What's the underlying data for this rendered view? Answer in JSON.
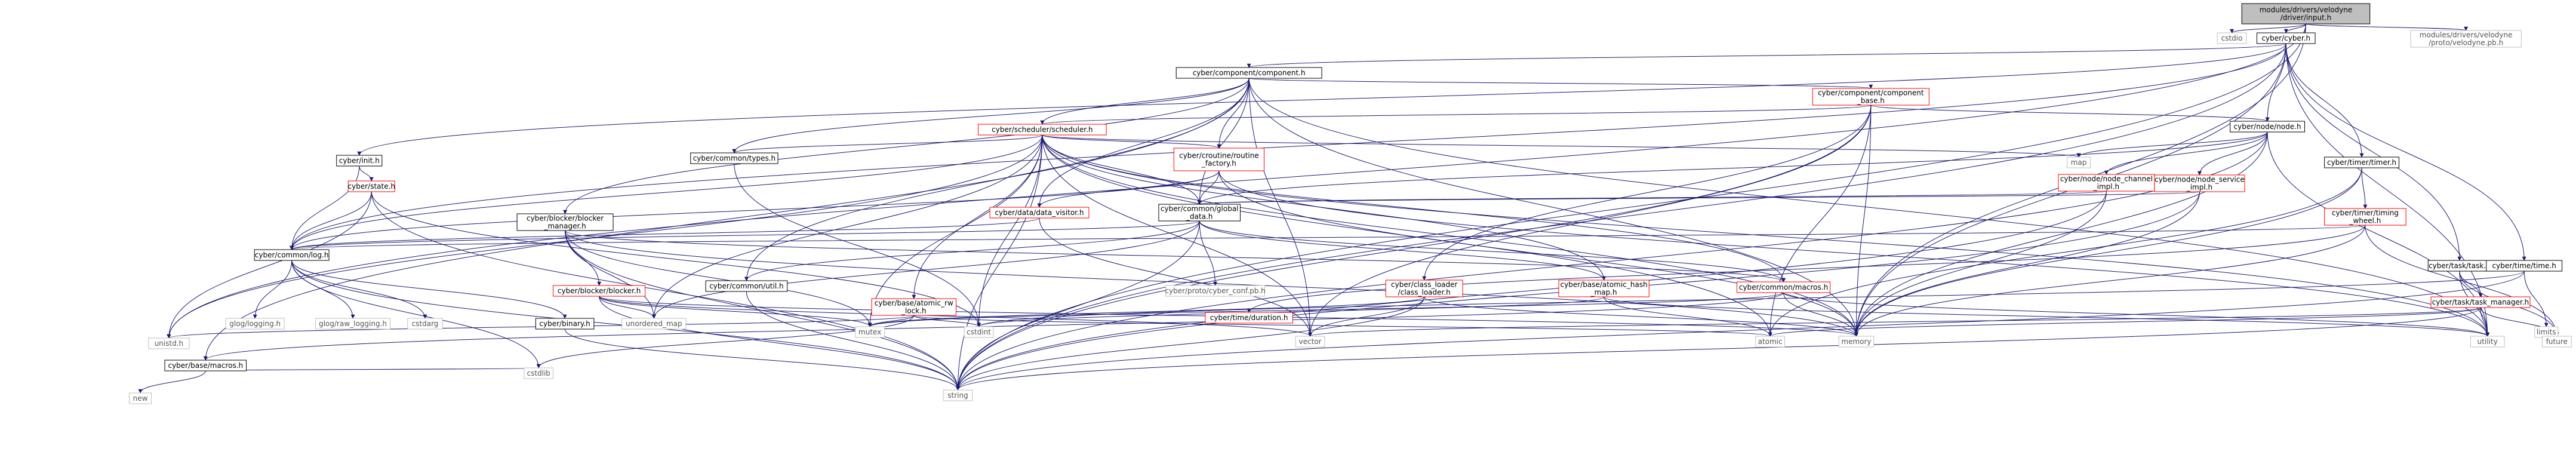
{
  "diagram": {
    "type": "include-dependency-graph",
    "colors": {
      "root_fill": "#bfbfbf",
      "node_border": "#000000",
      "truncated_border": "#ff0000",
      "system_border": "#bfbfbf",
      "system_text": "#555555",
      "edge": "#191970"
    },
    "nodes": [
      {
        "id": "input",
        "lines": [
          "modules/drivers/velodyne",
          "/driver/input.h"
        ],
        "kind": "root"
      },
      {
        "id": "cstdio",
        "lines": [
          "cstdio"
        ],
        "kind": "system"
      },
      {
        "id": "cyber_h",
        "lines": [
          "cyber/cyber.h"
        ],
        "kind": "normal"
      },
      {
        "id": "velodyne_pb",
        "lines": [
          "modules/drivers/velodyne",
          "/proto/velodyne.pb.h"
        ],
        "kind": "system"
      },
      {
        "id": "component",
        "lines": [
          "cyber/component/component.h"
        ],
        "kind": "normal"
      },
      {
        "id": "component_base",
        "lines": [
          "cyber/component/component",
          "_base.h"
        ],
        "kind": "truncated"
      },
      {
        "id": "scheduler",
        "lines": [
          "cyber/scheduler/scheduler.h"
        ],
        "kind": "truncated"
      },
      {
        "id": "node",
        "lines": [
          "cyber/node/node.h"
        ],
        "kind": "normal"
      },
      {
        "id": "init",
        "lines": [
          "cyber/init.h"
        ],
        "kind": "normal"
      },
      {
        "id": "state",
        "lines": [
          "cyber/state.h"
        ],
        "kind": "truncated"
      },
      {
        "id": "types",
        "lines": [
          "cyber/common/types.h"
        ],
        "kind": "normal"
      },
      {
        "id": "routine_factory",
        "lines": [
          "cyber/croutine/routine",
          "_factory.h"
        ],
        "kind": "truncated"
      },
      {
        "id": "map",
        "lines": [
          "map"
        ],
        "kind": "system"
      },
      {
        "id": "node_channel",
        "lines": [
          "cyber/node/node_channel",
          "_impl.h"
        ],
        "kind": "truncated"
      },
      {
        "id": "node_service",
        "lines": [
          "cyber/node/node_service",
          "_impl.h"
        ],
        "kind": "truncated"
      },
      {
        "id": "timer",
        "lines": [
          "cyber/timer/timer.h"
        ],
        "kind": "normal"
      },
      {
        "id": "blocker_manager",
        "lines": [
          "cyber/blocker/blocker",
          "_manager.h"
        ],
        "kind": "normal"
      },
      {
        "id": "data_visitor",
        "lines": [
          "cyber/data/data_visitor.h"
        ],
        "kind": "truncated"
      },
      {
        "id": "global_data",
        "lines": [
          "cyber/common/global",
          "_data.h"
        ],
        "kind": "normal"
      },
      {
        "id": "timing_wheel",
        "lines": [
          "cyber/timer/timing",
          "_wheel.h"
        ],
        "kind": "truncated"
      },
      {
        "id": "task",
        "lines": [
          "cyber/task/task.h"
        ],
        "kind": "normal"
      },
      {
        "id": "time_h",
        "lines": [
          "cyber/time/time.h"
        ],
        "kind": "normal"
      },
      {
        "id": "log",
        "lines": [
          "cyber/common/log.h"
        ],
        "kind": "normal"
      },
      {
        "id": "util",
        "lines": [
          "cyber/common/util.h"
        ],
        "kind": "normal"
      },
      {
        "id": "blocker",
        "lines": [
          "cyber/blocker/blocker.h"
        ],
        "kind": "truncated"
      },
      {
        "id": "atomic_rw_lock",
        "lines": [
          "cyber/base/atomic_rw",
          "_lock.h"
        ],
        "kind": "truncated"
      },
      {
        "id": "cyber_conf",
        "lines": [
          "cyber/proto/cyber_conf.pb.h"
        ],
        "kind": "system"
      },
      {
        "id": "duration",
        "lines": [
          "cyber/time/duration.h"
        ],
        "kind": "truncated"
      },
      {
        "id": "class_loader",
        "lines": [
          "cyber/class_loader",
          "/class_loader.h"
        ],
        "kind": "truncated"
      },
      {
        "id": "atomic_hash_map",
        "lines": [
          "cyber/base/atomic_hash",
          "_map.h"
        ],
        "kind": "truncated"
      },
      {
        "id": "macros_common",
        "lines": [
          "cyber/common/macros.h"
        ],
        "kind": "truncated"
      },
      {
        "id": "task_manager",
        "lines": [
          "cyber/task/task_manager.h"
        ],
        "kind": "truncated"
      },
      {
        "id": "limits",
        "lines": [
          "limits"
        ],
        "kind": "system"
      },
      {
        "id": "cstdint",
        "lines": [
          "cstdint"
        ],
        "kind": "system"
      },
      {
        "id": "glog_logging",
        "lines": [
          "glog/logging.h"
        ],
        "kind": "system"
      },
      {
        "id": "glog_raw",
        "lines": [
          "glog/raw_logging.h"
        ],
        "kind": "system"
      },
      {
        "id": "cstdarg",
        "lines": [
          "cstdarg"
        ],
        "kind": "system"
      },
      {
        "id": "binary",
        "lines": [
          "cyber/binary.h"
        ],
        "kind": "normal"
      },
      {
        "id": "unordered_map",
        "lines": [
          "unordered_map"
        ],
        "kind": "system"
      },
      {
        "id": "mutex",
        "lines": [
          "mutex"
        ],
        "kind": "system"
      },
      {
        "id": "vector",
        "lines": [
          "vector"
        ],
        "kind": "system"
      },
      {
        "id": "atomic",
        "lines": [
          "atomic"
        ],
        "kind": "system"
      },
      {
        "id": "memory",
        "lines": [
          "memory"
        ],
        "kind": "system"
      },
      {
        "id": "utility",
        "lines": [
          "utility"
        ],
        "kind": "system"
      },
      {
        "id": "future",
        "lines": [
          "future"
        ],
        "kind": "system"
      },
      {
        "id": "unistd",
        "lines": [
          "unistd.h"
        ],
        "kind": "system"
      },
      {
        "id": "base_macros",
        "lines": [
          "cyber/base/macros.h"
        ],
        "kind": "normal"
      },
      {
        "id": "cstdlib",
        "lines": [
          "cstdlib"
        ],
        "kind": "system"
      },
      {
        "id": "string",
        "lines": [
          "string"
        ],
        "kind": "system"
      },
      {
        "id": "new",
        "lines": [
          "new"
        ],
        "kind": "system"
      }
    ],
    "edges": [
      [
        "input",
        "cstdio"
      ],
      [
        "input",
        "cyber_h"
      ],
      [
        "input",
        "velodyne_pb"
      ],
      [
        "input",
        "unistd"
      ],
      [
        "input",
        "memory"
      ],
      [
        "input",
        "string"
      ],
      [
        "cyber_h",
        "component"
      ],
      [
        "cyber_h",
        "init"
      ],
      [
        "cyber_h",
        "node"
      ],
      [
        "cyber_h",
        "timer"
      ],
      [
        "cyber_h",
        "task"
      ],
      [
        "cyber_h",
        "time_h"
      ],
      [
        "cyber_h",
        "log"
      ],
      [
        "cyber_h",
        "memory"
      ],
      [
        "cyber_h",
        "utility"
      ],
      [
        "cyber_h",
        "string"
      ],
      [
        "component",
        "component_base"
      ],
      [
        "component",
        "scheduler"
      ],
      [
        "component",
        "routine_factory"
      ],
      [
        "component",
        "types"
      ],
      [
        "component",
        "blocker_manager"
      ],
      [
        "component",
        "data_visitor"
      ],
      [
        "component",
        "global_data"
      ],
      [
        "component",
        "util"
      ],
      [
        "component",
        "base_macros"
      ],
      [
        "component",
        "vector"
      ],
      [
        "component",
        "memory"
      ],
      [
        "component",
        "utility"
      ],
      [
        "component_base",
        "scheduler"
      ],
      [
        "component_base",
        "node"
      ],
      [
        "component_base",
        "class_loader"
      ],
      [
        "component_base",
        "vector"
      ],
      [
        "component_base",
        "atomic"
      ],
      [
        "component_base",
        "memory"
      ],
      [
        "component_base",
        "string"
      ],
      [
        "scheduler",
        "types"
      ],
      [
        "scheduler",
        "routine_factory"
      ],
      [
        "scheduler",
        "global_data"
      ],
      [
        "scheduler",
        "log"
      ],
      [
        "scheduler",
        "atomic_rw_lock"
      ],
      [
        "scheduler",
        "atomic_hash_map"
      ],
      [
        "scheduler",
        "macros_common"
      ],
      [
        "scheduler",
        "map"
      ],
      [
        "scheduler",
        "unordered_map"
      ],
      [
        "scheduler",
        "mutex"
      ],
      [
        "scheduler",
        "vector"
      ],
      [
        "scheduler",
        "atomic"
      ],
      [
        "scheduler",
        "memory"
      ],
      [
        "scheduler",
        "utility"
      ],
      [
        "scheduler",
        "cstdint"
      ],
      [
        "scheduler",
        "unistd"
      ],
      [
        "scheduler",
        "string"
      ],
      [
        "node",
        "map"
      ],
      [
        "node",
        "node_channel"
      ],
      [
        "node",
        "node_service"
      ],
      [
        "node",
        "global_data"
      ],
      [
        "node",
        "memory"
      ],
      [
        "node",
        "utility"
      ],
      [
        "node",
        "string"
      ],
      [
        "init",
        "state"
      ],
      [
        "init",
        "log"
      ],
      [
        "state",
        "log"
      ],
      [
        "state",
        "cstdint"
      ],
      [
        "state",
        "unistd"
      ],
      [
        "state",
        "string"
      ],
      [
        "types",
        "cstdint"
      ],
      [
        "routine_factory",
        "data_visitor"
      ],
      [
        "routine_factory",
        "log"
      ],
      [
        "routine_factory",
        "global_data"
      ],
      [
        "routine_factory",
        "memory"
      ],
      [
        "routine_factory",
        "utility"
      ],
      [
        "node_channel",
        "global_data"
      ],
      [
        "node_channel",
        "memory"
      ],
      [
        "node_channel",
        "string"
      ],
      [
        "node_service",
        "global_data"
      ],
      [
        "node_service",
        "memory"
      ],
      [
        "node_service",
        "string"
      ],
      [
        "timer",
        "timing_wheel"
      ],
      [
        "timer",
        "atomic"
      ],
      [
        "timer",
        "memory"
      ],
      [
        "blocker_manager",
        "blocker"
      ],
      [
        "blocker_manager",
        "macros_common"
      ],
      [
        "blocker_manager",
        "unordered_map"
      ],
      [
        "blocker_manager",
        "mutex"
      ],
      [
        "blocker_manager",
        "memory"
      ],
      [
        "blocker_manager",
        "string"
      ],
      [
        "data_visitor",
        "log"
      ],
      [
        "data_visitor",
        "vector"
      ],
      [
        "global_data",
        "log"
      ],
      [
        "global_data",
        "util"
      ],
      [
        "global_data",
        "cyber_conf"
      ],
      [
        "global_data",
        "atomic_hash_map"
      ],
      [
        "global_data",
        "macros_common"
      ],
      [
        "global_data",
        "unordered_map"
      ],
      [
        "global_data",
        "string"
      ],
      [
        "timing_wheel",
        "duration"
      ],
      [
        "timing_wheel",
        "log"
      ],
      [
        "timing_wheel",
        "memory"
      ],
      [
        "timing_wheel",
        "future"
      ],
      [
        "task",
        "task_manager"
      ],
      [
        "task",
        "future"
      ],
      [
        "task",
        "utility"
      ],
      [
        "time_h",
        "limits"
      ],
      [
        "time_h",
        "string"
      ],
      [
        "time_h",
        "cstdint"
      ],
      [
        "log",
        "glog_logging"
      ],
      [
        "log",
        "glog_raw"
      ],
      [
        "log",
        "cstdarg"
      ],
      [
        "log",
        "binary"
      ],
      [
        "log",
        "cstdlib"
      ],
      [
        "log",
        "string"
      ],
      [
        "util",
        "string"
      ],
      [
        "blocker",
        "unordered_map"
      ],
      [
        "blocker",
        "mutex"
      ],
      [
        "blocker",
        "vector"
      ],
      [
        "blocker",
        "memory"
      ],
      [
        "blocker",
        "string"
      ],
      [
        "atomic_rw_lock",
        "cstdint"
      ],
      [
        "atomic_rw_lock",
        "mutex"
      ],
      [
        "atomic_rw_lock",
        "atomic"
      ],
      [
        "atomic_rw_lock",
        "cstdlib"
      ],
      [
        "atomic_rw_lock",
        "unistd"
      ],
      [
        "class_loader",
        "vector"
      ],
      [
        "class_loader",
        "memory"
      ],
      [
        "class_loader",
        "string"
      ],
      [
        "class_loader",
        "mutex"
      ],
      [
        "atomic_hash_map",
        "atomic"
      ],
      [
        "atomic_hash_map",
        "cstdint"
      ],
      [
        "atomic_hash_map",
        "utility"
      ],
      [
        "macros_common",
        "base_macros"
      ],
      [
        "macros_common",
        "memory"
      ],
      [
        "macros_common",
        "mutex"
      ],
      [
        "macros_common",
        "utility"
      ],
      [
        "task_manager",
        "future"
      ],
      [
        "task_manager",
        "utility"
      ],
      [
        "task_manager",
        "vector"
      ],
      [
        "task_manager",
        "atomic"
      ],
      [
        "task_manager",
        "string"
      ],
      [
        "binary",
        "string"
      ],
      [
        "base_macros",
        "new"
      ],
      [
        "base_macros",
        "cstdlib"
      ]
    ]
  }
}
